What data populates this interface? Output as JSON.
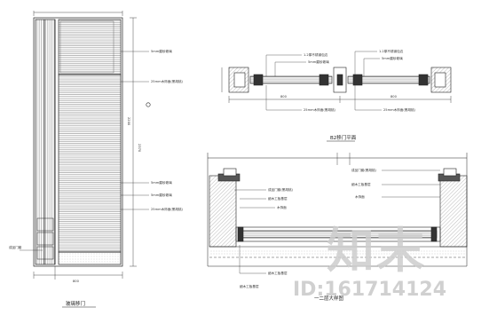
{
  "watermark": {
    "logo_text": "知末",
    "id_text": "ID:161714124"
  },
  "captions": {
    "elevation": "玻璃移门",
    "plan_top": "B2移门平面",
    "plan_bottom": "一二层大样图"
  },
  "dimensions": {
    "elevation_width": "800",
    "elevation_height": "2200",
    "elevation_right": "2370",
    "plan_w1": "800",
    "plan_w2": "800"
  },
  "annotations": {
    "elev_callout_1": "5mm磨砂玻璃",
    "elev_callout_2": "25mm木饰面(黑胡桃)",
    "elev_callout_3": "5mm磨砂玻璃",
    "elev_callout_4": "5mm磨砂玻璃",
    "elev_callout_5": "25mm木饰面(黑胡桃)",
    "elev_left_note": "成品门套",
    "plan_note_1": "1.2厚不锈钢包边",
    "plan_note_2": "5mm磨砂玻璃",
    "plan_note_3": "1.2厚不锈钢包边",
    "plan_note_4": "5mm磨砂玻璃",
    "plan_note_5": "25mm木饰面(黑胡桃)",
    "plan_note_6": "25mm木饰面(黑胡桃)",
    "detail_note_1": "成品门套(黑胡桃)",
    "detail_note_2": "细木工板基层",
    "detail_note_3": "木饰面",
    "detail_note_4": "成品门套(黑胡桃)",
    "detail_note_5": "细木工板基层",
    "detail_note_6": "木饰面",
    "detail_note_7": "细木工板基层",
    "detail_note_8": "细木工板基层"
  }
}
